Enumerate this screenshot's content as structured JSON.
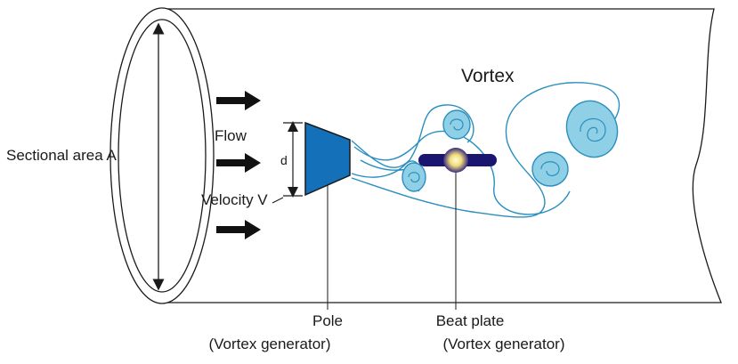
{
  "labels": {
    "sectional_area": "Sectional area A",
    "flow": "Flow",
    "velocity": "Velocity V",
    "diameter": "d",
    "vortex": "Vortex",
    "pole": "Pole",
    "pole_sub": "(Vortex generator)",
    "beat_plate": "Beat plate",
    "beat_plate_sub": "(Vortex generator)"
  },
  "colors": {
    "outline": "#1a1a1a",
    "pole_fill": "#1470b8",
    "vortex_stroke": "#2a8fbf",
    "vortex_fill": "#8fd0e6",
    "beat_plate": "#1a1670",
    "beat_glow": "#f2e07a"
  }
}
